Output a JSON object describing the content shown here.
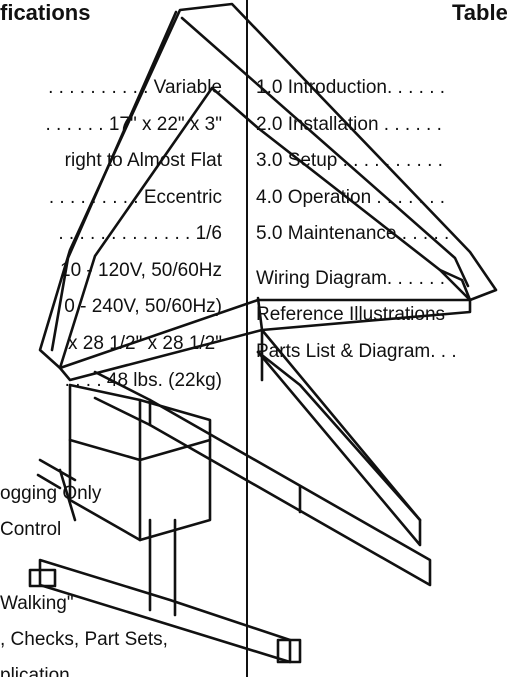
{
  "left_heading": "fications",
  "right_heading": "Table",
  "spec_lines": [
    ". . . . . . . . . . Variable",
    ". . . . . . 17\" x 22\" x 3\"",
    "right to Almost Flat",
    ". . . . . . . . . Eccentric",
    ". . . . . . . . . . . . . 1/6",
    "10 - 120V, 50/60Hz",
    "0 - 240V, 50/60Hz)",
    "x 28 1/2\" x 28 1/2\"",
    ". . . . 48 lbs. (22kg)",
    "ogging Only",
    "Control",
    "Walking\"",
    ", Checks, Part Sets,",
    "plication"
  ],
  "toc_lines": [
    "1.0 Introduction. . . . . .",
    "2.0 Installation . . . . . .",
    "3.0 Setup . . . . . . . . . .",
    "4.0 Operation . . . . . . .",
    "5.0 Maintenance . . . . .",
    "Wiring Diagram. . . . . .",
    "Reference Illustrations",
    "Parts List & Diagram. . ."
  ]
}
